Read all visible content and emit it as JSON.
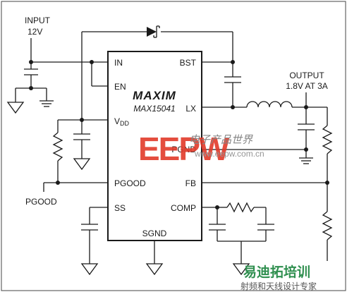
{
  "input": {
    "label": "INPUT",
    "voltage": "12V"
  },
  "output": {
    "label": "OUTPUT",
    "spec": "1.8V AT 3A"
  },
  "ic": {
    "brand": "MAXIM",
    "part": "MAX15041",
    "pins_left": {
      "in": "IN",
      "en": "EN",
      "vdd_main": "V",
      "vdd_sub": "DD",
      "pgood": "PGOOD",
      "ss": "SS"
    },
    "pins_right": {
      "bst": "BST",
      "lx": "LX",
      "pgnd": "PGND",
      "fb": "FB",
      "comp": "COMP"
    },
    "pin_bottom": {
      "sgnd": "SGND"
    }
  },
  "external_label": {
    "pgood": "PGOOD"
  },
  "watermarks": {
    "eepw_logo": "EEPW",
    "eepw_cn": "电子产品世界",
    "eepw_url": "www.eepw.com.cn",
    "bottom_cn": "易迪拓培训",
    "bottom_cn_sub": "射频和天线设计专家"
  },
  "colors": {
    "line": "#1a1a1a",
    "watermark_red": "#e23a2a",
    "watermark_green": "#2f8f4f"
  }
}
